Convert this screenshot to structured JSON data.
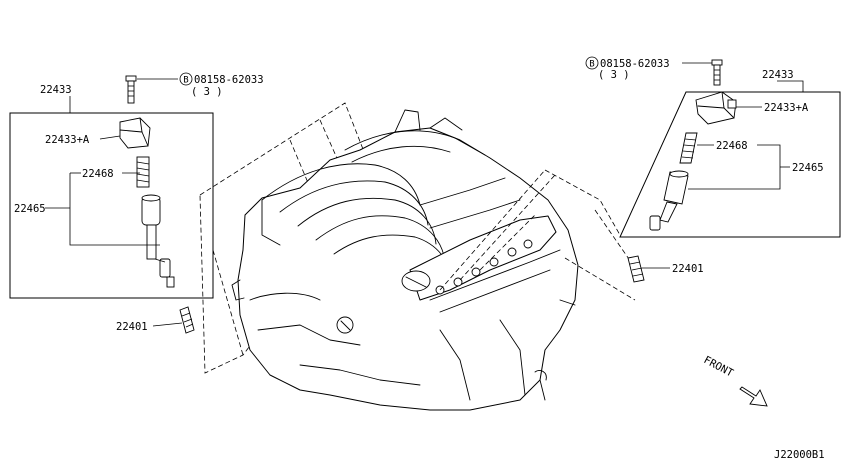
{
  "labels": {
    "bolt_left": "08158-62033",
    "bolt_left_qty": "( 3 )",
    "bolt_right": "08158-62033",
    "bolt_right_qty": "( 3 )",
    "circle_letter": "B",
    "l_22433": "22433",
    "l_22433a": "22433+A",
    "l_22468": "22468",
    "l_22465": "22465",
    "l_22401": "22401",
    "r_22433": "22433",
    "r_22433a": "22433+A",
    "r_22468": "22468",
    "r_22465": "22465",
    "r_22401": "22401",
    "front": "FRONT",
    "diagram_code": "J22000B1"
  }
}
